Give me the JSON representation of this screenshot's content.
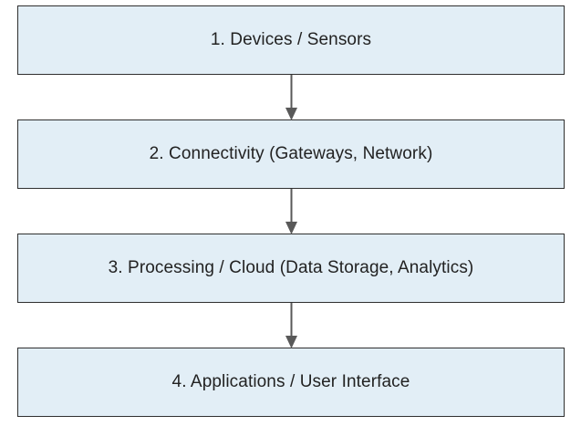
{
  "diagram": {
    "layers": [
      {
        "label": "1. Devices / Sensors"
      },
      {
        "label": "2. Connectivity (Gateways, Network)"
      },
      {
        "label": "3. Processing / Cloud (Data Storage, Analytics)"
      },
      {
        "label": "4. Applications / User Interface"
      }
    ],
    "colors": {
      "box_fill": "#e2eef6",
      "box_border": "#2f2f2f",
      "arrow": "#595959",
      "text": "#222222"
    }
  }
}
